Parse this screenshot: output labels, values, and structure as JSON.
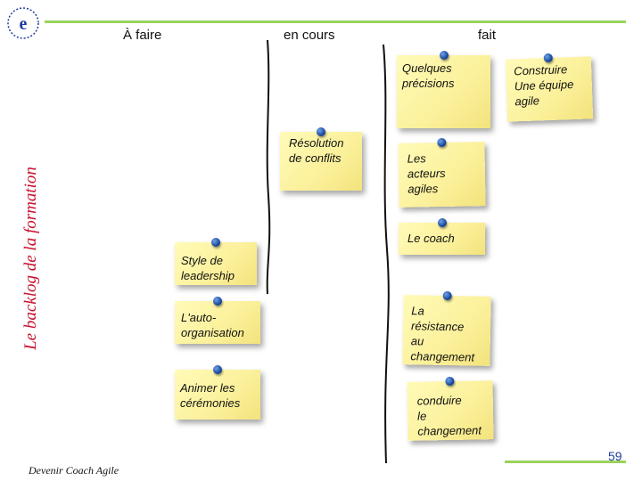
{
  "header": {
    "columns": [
      {
        "label": "À faire"
      },
      {
        "label": "en cours"
      },
      {
        "label": "fait"
      }
    ]
  },
  "side_title": "Le backlog de la formation",
  "notes": [
    {
      "text": "Quelques\nprécisions"
    },
    {
      "text": "Construire\nUne équipe\nagile"
    },
    {
      "text": "Résolution\nde conflits"
    },
    {
      "text": "Les\nacteurs\nagiles"
    },
    {
      "text": "Le coach"
    },
    {
      "text": "Style de\nleadership"
    },
    {
      "text": "L'auto-\norganisation"
    },
    {
      "text": "La\nrésistance\nau\nchangement"
    },
    {
      "text": "Animer les\ncérémonies"
    },
    {
      "text": "conduire\nle\nchangement"
    }
  ],
  "footer": {
    "text": "Devenir Coach Agile"
  },
  "page_number": "59",
  "colors": {
    "accent_green": "#9bd35a",
    "title_red": "#c8102e",
    "note_yellow": "#fbf09a",
    "pin_blue": "#0d3c91"
  }
}
